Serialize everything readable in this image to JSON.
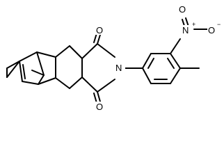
{
  "structure": {
    "atoms": {
      "o_top": "O",
      "n_imide": "N",
      "o_bottom": "O",
      "n_nitro": "N",
      "o_nitro_left": "O",
      "o_nitro_right": "O"
    },
    "charges": {
      "n_nitro": "+",
      "o_nitro_right": "−"
    }
  }
}
